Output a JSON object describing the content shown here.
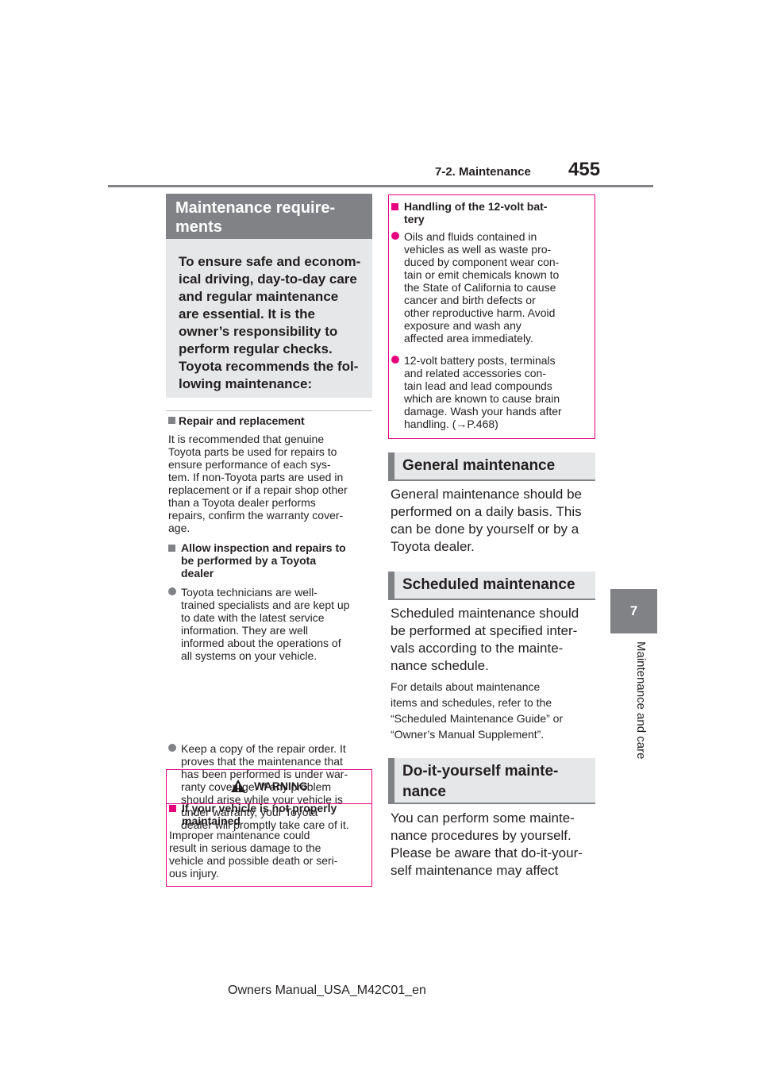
{
  "header": {
    "section": "7-2. Maintenance",
    "page_number": "455"
  },
  "side_tab": {
    "chapter_number": "7",
    "chapter_title": "Maintenance and care"
  },
  "left": {
    "heading": "Maintenance require-\nments",
    "lead": "To ensure safe and econom-\nical driving, day-to-day care\nand regular maintenance\nare essential. It is the\nowner’s responsibility to\nperform regular checks.\nToyota recommends the fol-\nlowing maintenance:",
    "repair_title": "Repair and replacement",
    "repair_text": "It is recommended that genuine\nToyota parts be used for repairs to\nensure performance of each sys-\ntem. If non-Toyota parts are used in\nreplacement or if a repair shop other\nthan a Toyota dealer performs\nrepairs, confirm the warranty cover-\nage.",
    "allow_title": "Allow inspection and repairs to\nbe performed by a Toyota\ndealer",
    "bullet1": "Toyota technicians are well-\ntrained specialists and are kept up\nto date with the latest service\ninformation. They are well\ninformed about the operations of\nall systems on your vehicle.",
    "bullet2": "Keep a copy of the repair order. It\nproves that the maintenance that\nhas been performed is under war-\nranty coverage. If any problem\nshould arise while your vehicle is\nunder warranty, your Toyota\ndealer will promptly take care of it.",
    "warning": {
      "label": "WARNING",
      "title": "If your vehicle is not properly\nmaintained",
      "text": "Improper maintenance could\nresult in serious damage to the\nvehicle and possible death or seri-\nous injury."
    }
  },
  "right": {
    "battery_title": "Handling of the 12-volt bat-\ntery",
    "battery_b1": "Oils and fluids contained in\nvehicles as well as waste pro-\nduced by component wear con-\ntain or emit chemicals known to\nthe State of California to cause\ncancer and birth defects or\nother reproductive harm. Avoid\nexposure and wash any\naffected area immediately.",
    "battery_b2": "12-volt battery posts, terminals\nand related accessories con-\ntain lead and lead compounds\nwhich are known to cause brain\ndamage. Wash your hands after\nhandling. (→P.468)",
    "general_heading": "General maintenance",
    "general_text": "General maintenance should be\nperformed on a daily basis. This\ncan be done by yourself or by a\nToyota dealer.",
    "scheduled_heading": "Scheduled maintenance",
    "scheduled_text": "Scheduled maintenance should\nbe performed at specified inter-\nvals according to the mainte-\nnance schedule.",
    "scheduled_note": "For details about maintenance\nitems and schedules, refer to the\n“Scheduled Maintenance Guide” or\n“Owner’s Manual Supplement”.",
    "diy_heading": "Do-it-yourself mainte-\nnance",
    "diy_text": "You can perform some mainte-\nnance procedures by yourself.\nPlease be aware that do-it-your-\nself maintenance may affect"
  },
  "footer": {
    "text": "Owners Manual_USA_M42C01_en"
  },
  "colors": {
    "accent_gray": "#808285",
    "light_gray": "#e6e7e8",
    "warning_pink": "#e6007e"
  }
}
